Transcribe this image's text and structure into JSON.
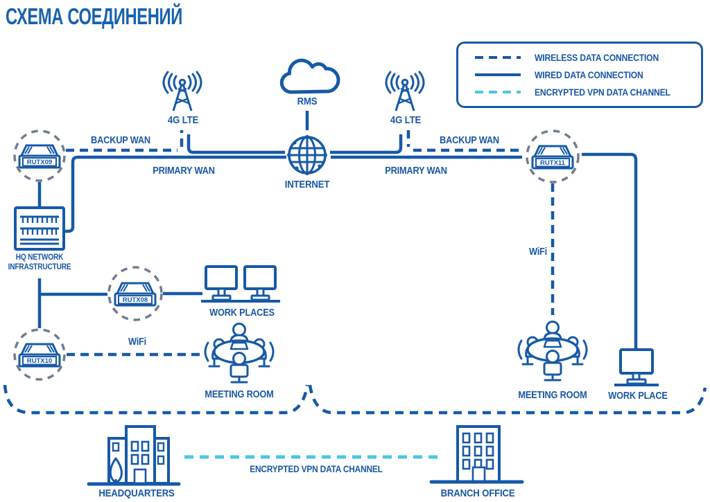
{
  "title": "СХЕМА СОЕДИНЕНИЙ",
  "colors": {
    "primary_blue": "#1659A7",
    "label_blue": "#1857A6",
    "vpn_cyan": "#4CC6E2",
    "circle_gray": "#6F7C90",
    "background": "#FFFFFF"
  },
  "legend": {
    "items": [
      {
        "id": "wireless",
        "label": "WIRELESS DATA CONNECTION"
      },
      {
        "id": "wired",
        "label": "WIRED DATA CONNECTION"
      },
      {
        "id": "vpn",
        "label": "ENCRYPTED VPN DATA CHANNEL"
      }
    ]
  },
  "nodes": {
    "rms": {
      "label": "RMS"
    },
    "internet": {
      "label": "INTERNET"
    },
    "lte_left": {
      "label": "4G LTE"
    },
    "lte_right": {
      "label": "4G LTE"
    },
    "rutx09": {
      "label": "RUTX09"
    },
    "rutx08": {
      "label": "RUTX08"
    },
    "rutx10": {
      "label": "RUTX10"
    },
    "rutx11": {
      "label": "RUTX11"
    },
    "hq_infrastructure": {
      "line1": "HQ NETWORK",
      "line2": "INFRASTRUCTURE"
    },
    "work_places": {
      "label": "WORK PLACES"
    },
    "meeting_room_left": {
      "label": "MEETING ROOM"
    },
    "meeting_room_right": {
      "label": "MEETING ROOM"
    },
    "work_place_right": {
      "label": "WORK PLACE"
    },
    "headquarters": {
      "label": "HEADQUARTERS"
    },
    "branch_office": {
      "label": "BRANCH OFFICE"
    }
  },
  "connections": {
    "backup_wan_left": "BACKUP WAN",
    "primary_wan_left": "PRIMARY WAN",
    "backup_wan_right": "BACKUP WAN",
    "primary_wan_right": "PRIMARY WAN",
    "wifi_left": "WiFi",
    "wifi_right": "WiFi",
    "vpn_channel": "ENCRYPTED VPN DATA CHANNEL"
  }
}
